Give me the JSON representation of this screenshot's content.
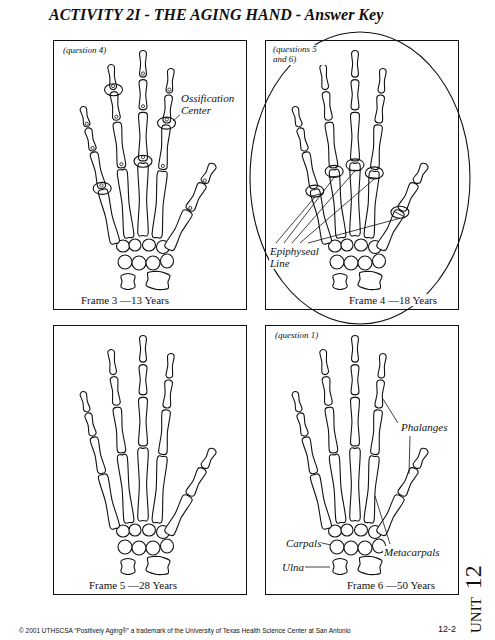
{
  "diagram": {
    "title": "ACTIVITY 2I - THE AGING HAND - Answer Key",
    "nodes": [
      {
        "text": [
          "(question 4)",
          "Frame 3 —13 Years"
        ]
      },
      {
        "text": [
          "(questions 5 and 6)",
          "Frame 4 —18 Years"
        ]
      },
      {
        "text": [
          "Frame 5 —28 Years"
        ]
      },
      {
        "text": [
          "(question 1)",
          "Frame 6 —50 Years"
        ]
      }
    ],
    "labels": [
      "Ossification Center",
      "Epiphyseal Line",
      "Phalanges",
      "Carpals",
      "Metacarpals",
      "Ulna",
      "12",
      "UNIT",
      "© 2001 UTHSCSA “Positively Aging®” a trademark of the University of Texas Health Science Center at San Antonio",
      "12-2"
    ]
  }
}
